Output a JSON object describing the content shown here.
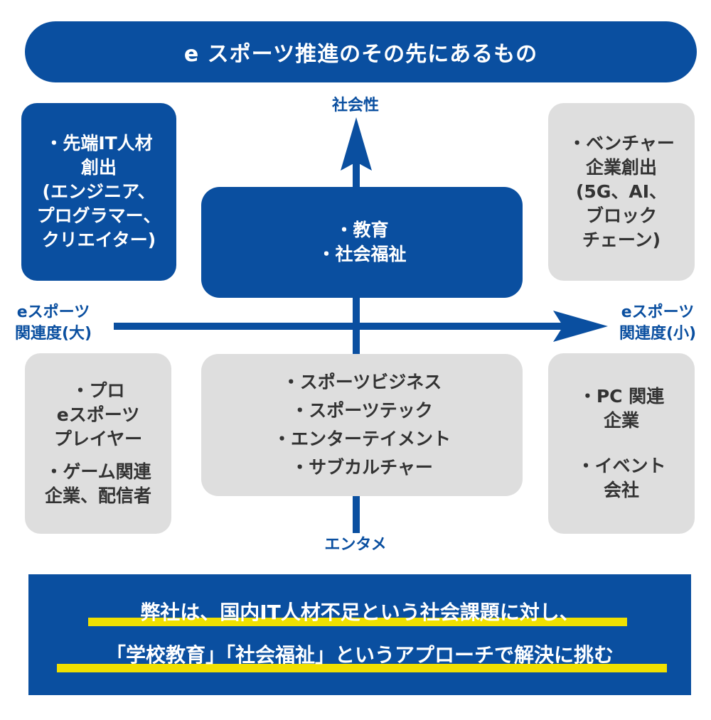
{
  "title": "e スポーツ推進のその先にあるもの",
  "axes": {
    "top": "社会性",
    "bottom": "エンタメ",
    "left": [
      "eスポーツ",
      "関連度(大)"
    ],
    "right": [
      "eスポーツ",
      "関連度(小)"
    ]
  },
  "boxes": {
    "top_left": [
      "・先端IT人材",
      "創出",
      "(エンジニア、",
      "プログラマー、",
      "クリエイター)"
    ],
    "top_center": [
      "・教育",
      "・社会福祉"
    ],
    "top_right": [
      "・ベンチャー",
      "企業創出",
      "(5G、AI、",
      "ブロック",
      "チェーン)"
    ],
    "bottom_left": {
      "group1": [
        "・プロ",
        "eスポーツ",
        "プレイヤー"
      ],
      "group2": [
        "・ゲーム関連",
        "企業、配信者"
      ]
    },
    "bottom_center": [
      "・スポーツビジネス",
      "・スポーツテック",
      "・エンターテイメント",
      "・サブカルチャー"
    ],
    "bottom_right": {
      "group1": [
        "・PC 関連",
        "企業"
      ],
      "group2": [
        "・イベント",
        "会社"
      ]
    }
  },
  "statement": {
    "line1": "弊社は、国内IT人材不足という社会課題に対し、",
    "line2": "「学校教育」「社会福祉」というアプローチで解決に挑む"
  },
  "colors": {
    "brand_blue": "#0a4fa0",
    "box_gray": "#dedede",
    "highlight_yellow": "#f0e000",
    "text_dark": "#333333"
  }
}
